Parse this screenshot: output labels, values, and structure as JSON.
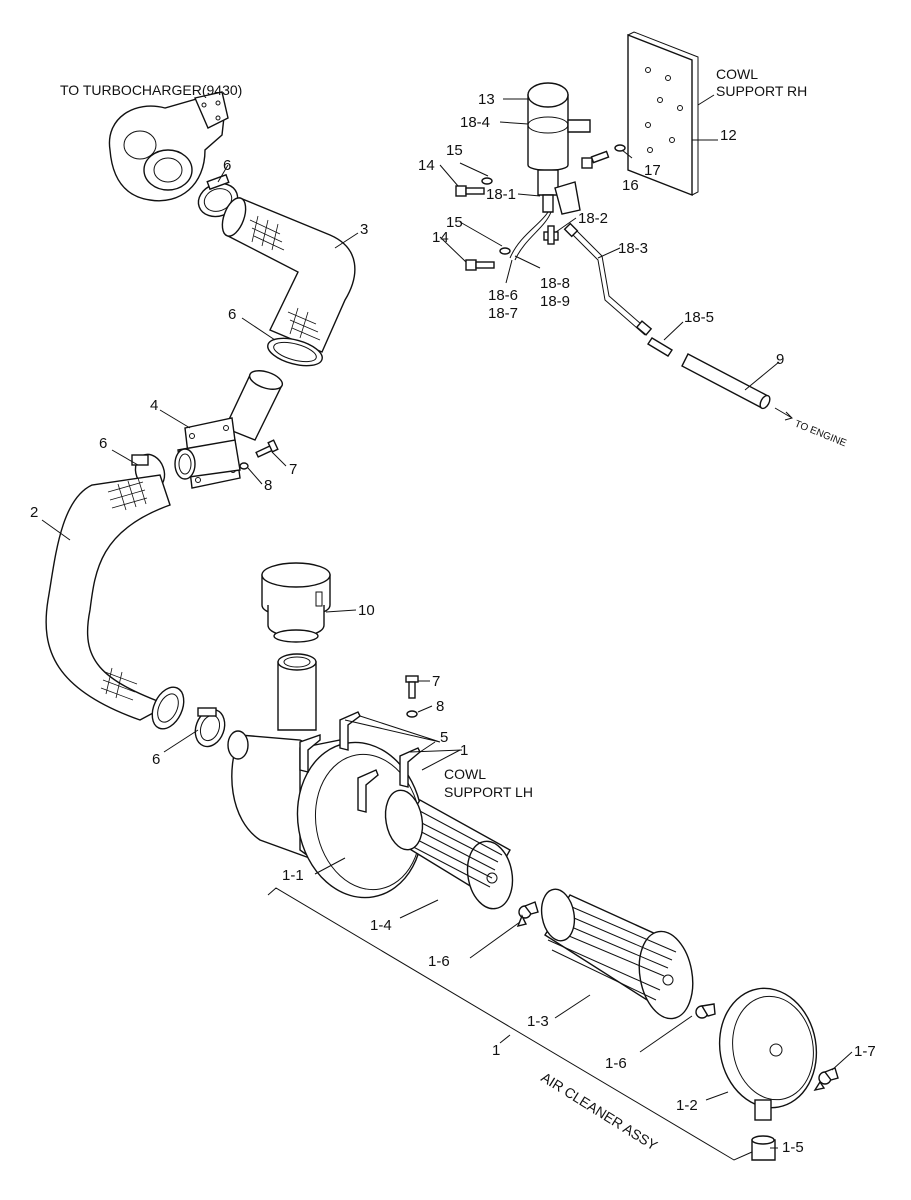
{
  "labels": {
    "p13": "13",
    "p18_4": "18-4",
    "p15a": "15",
    "p14a": "14",
    "p18_1": "18-1",
    "p15b": "15",
    "p14b": "14",
    "p18_2": "18-2",
    "p18_3": "18-3",
    "p18_8": "18-8",
    "p18_9": "18-9",
    "p18_6": "18-6",
    "p18_7": "18-7",
    "p18_5": "18-5",
    "p16": "16",
    "p17": "17",
    "p12": "12",
    "p9": "9",
    "p6a": "6",
    "p3": "3",
    "p6b": "6",
    "p4": "4",
    "p6c": "6",
    "p7a": "7",
    "p8a": "8",
    "p2": "2",
    "p10": "10",
    "p7b": "7",
    "p8b": "8",
    "p5": "5",
    "p1a": "1",
    "p6d": "6",
    "p1_1": "1-1",
    "p1_4": "1-4",
    "p1_6a": "1-6",
    "p1_3": "1-3",
    "p1b": "1",
    "p1_6b": "1-6",
    "p1_7": "1-7",
    "p1_2": "1-2",
    "p1_5": "1-5"
  },
  "notes": {
    "turbo": "TO TURBOCHARGER(9430)",
    "cowl_rh_1": "COWL",
    "cowl_rh_2": "SUPPORT RH",
    "cowl_lh_1": "COWL",
    "cowl_lh_2": "SUPPORT LH",
    "to_engine": "TO ENGINE",
    "assy": "AIR CLEANER ASSY"
  }
}
